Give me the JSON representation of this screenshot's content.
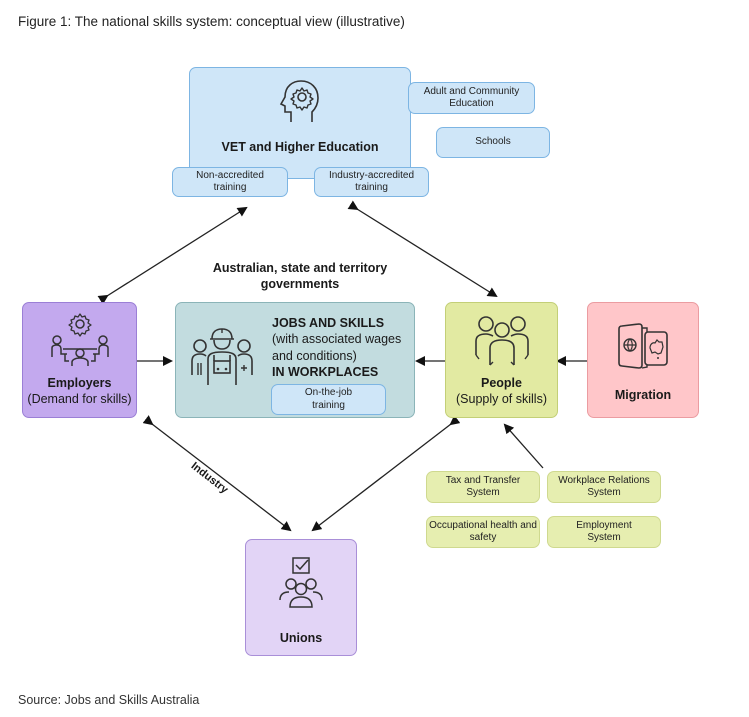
{
  "figure": {
    "title": "Figure 1: The national skills system: conceptual view (illustrative)",
    "source": "Source: Jobs and Skills Australia"
  },
  "education": {
    "title": "VET and Higher Education",
    "icon": "head-gear-icon",
    "sub": {
      "non_accredited": "Non-accredited training",
      "industry_accredited": "Industry-accredited training",
      "adult_community": "Adult and Community Education",
      "schools": "Schools"
    }
  },
  "governments_label": "Australian, state and territory governments",
  "employers": {
    "title": "Employers",
    "subtitle": "(Demand for skills)",
    "icon": "team-gear-icon"
  },
  "workplaces": {
    "line1": "JOBS AND SKILLS",
    "line2": "(with associated wages and conditions)",
    "line3": "IN WORKPLACES",
    "training": "On-the-job training",
    "icon": "workers-icon"
  },
  "people": {
    "title": "People",
    "subtitle": "(Supply of skills)",
    "icon": "people-group-icon"
  },
  "migration": {
    "title": "Migration",
    "icon": "passport-icon"
  },
  "unions": {
    "title": "Unions",
    "icon": "union-checkbox-icon"
  },
  "industry_label": "Industry",
  "systems": [
    "Tax and Transfer System",
    "Workplace Relations System",
    "Occupational health and safety",
    "Employment System"
  ],
  "colors": {
    "education": "#cfe6f8",
    "workplaces": "#c2dcdf",
    "employers": "#c3a9ee",
    "unions": "#e2d4f6",
    "people": "#e2eaa2",
    "migration": "#ffc6c9"
  }
}
